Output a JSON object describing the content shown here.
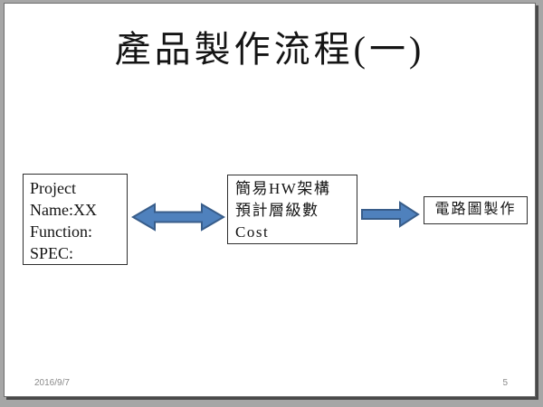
{
  "slide": {
    "title": "產品製作流程(一)",
    "boxes": [
      {
        "id": "project-info",
        "lines": [
          "Project",
          "Name:XX",
          "Function:",
          "SPEC:"
        ]
      },
      {
        "id": "hw-architecture",
        "lines": [
          "簡易HW架構",
          "預計層級數",
          "Cost"
        ]
      },
      {
        "id": "schematic",
        "lines": [
          "電路圖製作"
        ]
      }
    ],
    "arrows": [
      {
        "id": "left-link",
        "type": "double-headed-horizontal"
      },
      {
        "id": "right-link",
        "type": "single-headed-right"
      }
    ],
    "footer": {
      "date": "2016/9/7",
      "page_number": "5"
    },
    "colors": {
      "arrow_fill": "#4F81BD",
      "arrow_border": "#385D8A",
      "slide_bg": "#FFFFFF",
      "frame_bg": "#A6A6A6"
    }
  }
}
